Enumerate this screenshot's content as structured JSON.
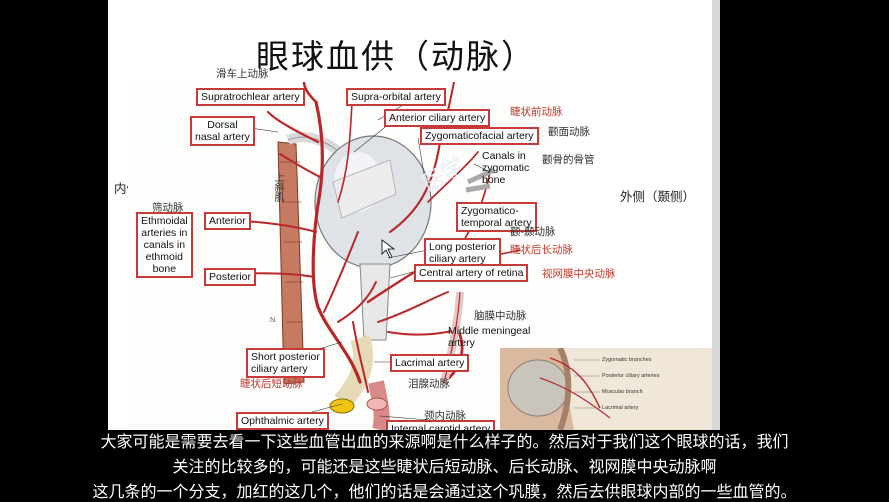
{
  "slide": {
    "title": "眼球血供（动脉）",
    "side_left": "内侧（鼻侧）",
    "side_right": "外侧（颞侧）",
    "zh_labels": {
      "supratrochlear": "滑车上动脉",
      "anterior_ciliary": "睫状前动脉",
      "zygomaticofacial": "颧面动脉",
      "canals": "颧骨的骨管",
      "ethmoidal": "筛动脉",
      "muscle": "上斜肌",
      "zygomatico_temporal": "颧-颞动脉",
      "long_posterior": "睫状后长动脉",
      "central_retina": "视网膜中央动脉",
      "middle_meningeal": "脑膜中动脉",
      "short_posterior": "睫状后短动脉",
      "lacrimal": "泪腺动脉",
      "internal_carotid": "颈内动脉"
    },
    "en_labels": {
      "supratrochlear": "Supratrochlear artery",
      "supraorbital": "Supra-orbital artery",
      "dorsal_nasal": "Dorsal\nnasal artery",
      "anterior_ciliary": "Anterior ciliary artery",
      "zygomaticofacial": "Zygomaticofacial artery",
      "canals": "Canals in\nzygomatic\nbone",
      "ethmoidal": "Ethmoidal\narteries in\ncanals in\nethmoid\nbone",
      "anterior": "Anterior",
      "posterior": "Posterior",
      "zygomatico_temporal": "Zygomatico-\ntemporal artery",
      "long_posterior": "Long posterior\nciliary artery",
      "central_retina": "Central artery of retina",
      "middle_meningeal": "Middle meningeal\nartery",
      "short_posterior": "Short posterior\nciliary artery",
      "lacrimal": "Lacrimal artery",
      "ophthalmic": "Ophthalmic artery",
      "internal_carotid": "Internal carotid artery"
    },
    "inset_labels": {
      "zygomatic_branches": "Zygomatic branches",
      "posterior_ciliary": "Posterior ciliary arteries",
      "muscular_branch": "Muscular branch",
      "lacrimal_artery": "Lacrimal artery"
    }
  },
  "subtitles": [
    "大家可能是需要去看一下这些血管出血的来源啊是什么样子的。然后对于我们这个眼球的话，我们",
    "关注的比较多的，可能还是这些睫状后短动脉、后长动脉、视网膜中央动脉啊",
    "这几条的一个分支，加红的这几个，他们的话是会通过这个巩膜，然后去供眼球内部的一些血管的。"
  ]
}
